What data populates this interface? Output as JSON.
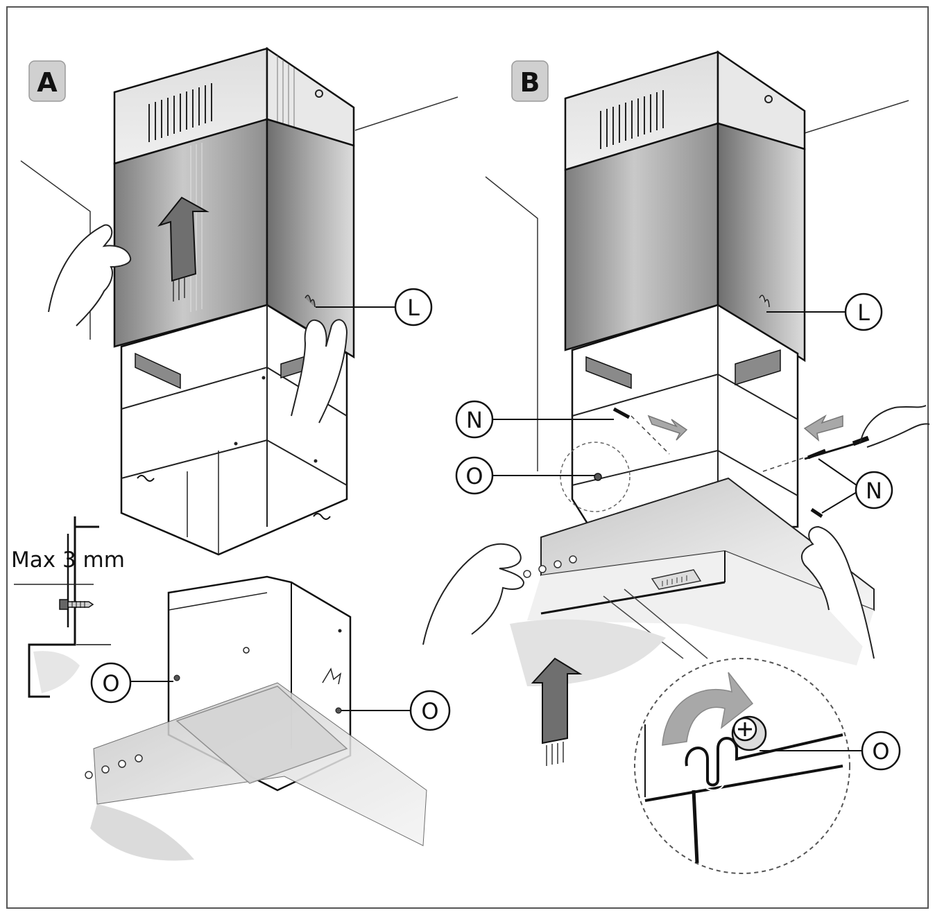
{
  "panels": {
    "a": {
      "tag": "A"
    },
    "b": {
      "tag": "B"
    }
  },
  "callouts": {
    "a_l": "L",
    "a_o_left": "O",
    "a_o_right": "O",
    "b_l": "L",
    "b_n_top": "N",
    "b_o_mid": "O",
    "b_n_right": "N",
    "b_o_zoom": "O"
  },
  "measure": {
    "max_gap": "Max 3 mm"
  },
  "colors": {
    "line": "#1a1a1a",
    "panel_dark": "#8a8a8a",
    "panel_mid": "#b5b5b5",
    "panel_light": "#d8d8d8",
    "arrow_dark": "#6f6f6f",
    "arrow_light": "#a8a8a8",
    "tag_bg": "#d0d0d0"
  }
}
